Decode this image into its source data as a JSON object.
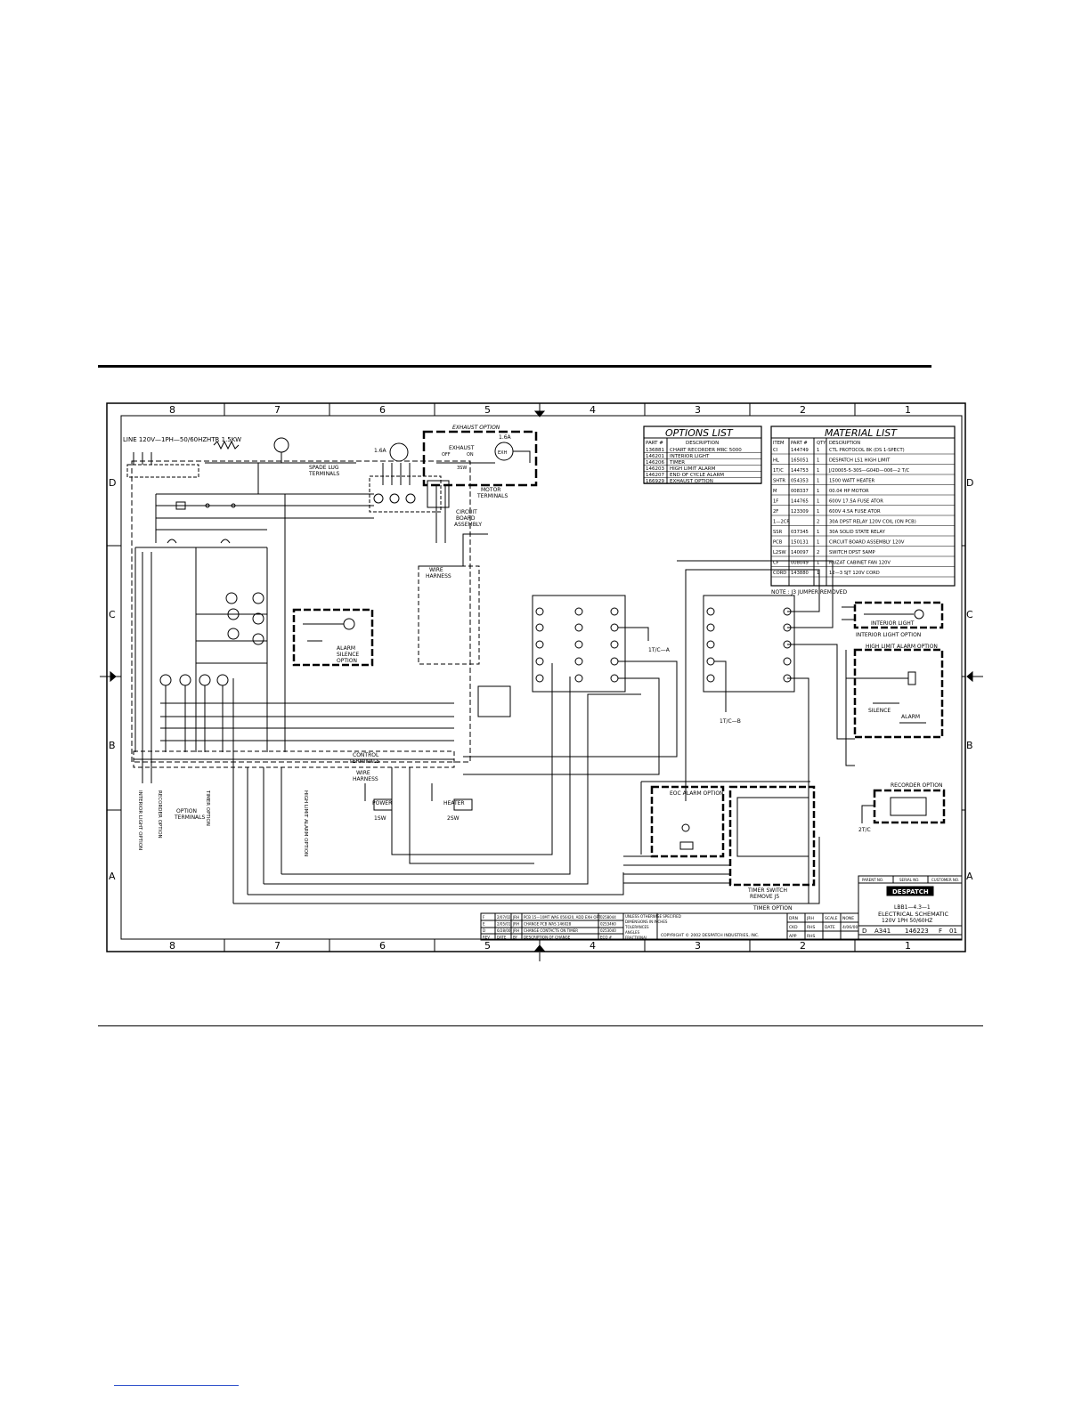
{
  "border": {
    "top_columns": [
      "8",
      "7",
      "6",
      "5",
      "4",
      "3",
      "2",
      "1"
    ],
    "bottom_columns": [
      "8",
      "7",
      "6",
      "5",
      "4",
      "3",
      "2",
      "1"
    ],
    "left_rows": [
      "D",
      "C",
      "B",
      "A"
    ],
    "right_rows": [
      "D",
      "C",
      "B",
      "A"
    ]
  },
  "supply_label": "LINE 120V—1PH—50/60HZ",
  "heater_label": "HTR 1.5KW",
  "spade_label": [
    "SPADE LUG",
    "TERMINALS"
  ],
  "exhaust_option": {
    "title": "EXHAUST OPTION",
    "switch": "EXHAUST",
    "off": "OFF",
    "on": "ON",
    "ssr": "3SW",
    "motor": "EXH",
    "fuse_a": "1.6A",
    "fuse_b": "1.6A"
  },
  "motor_terminals": [
    "MOTOR",
    "TERMINALS"
  ],
  "circuit_board": [
    "CIRCUIT",
    "BOARD",
    "ASSEMBLY"
  ],
  "wire_harness": [
    "WIRE",
    "HARNESS"
  ],
  "options_list": {
    "title": "OPTIONS LIST",
    "headers": [
      "PART #",
      "DESCRIPTION"
    ],
    "rows": [
      [
        "136881",
        "CHART RECORDER MRC 5000"
      ],
      [
        "146201",
        "INTERIOR LIGHT"
      ],
      [
        "146206",
        "TIMER"
      ],
      [
        "146203",
        "HIGH LIMIT ALARM"
      ],
      [
        "146207",
        "END OF CYCLE ALARM"
      ],
      [
        "166929",
        "EXHAUST OPTION"
      ]
    ]
  },
  "material_list": {
    "title": "MATERIAL LIST",
    "headers": [
      "ITEM",
      "PART #",
      "QTY",
      "DESCRIPTION"
    ],
    "rows": [
      [
        "CI",
        "144749",
        "1",
        "CTL PROTOCOL 8K (DS 1-SPECT)"
      ],
      [
        "HL",
        "165051",
        "1",
        "DESPATCH LS1 HIGH LIMIT"
      ],
      [
        "1T/C",
        "144753",
        "1",
        "J/20005-5-30S—G04D—006—2 T/C"
      ],
      [
        "SHTR",
        "054353",
        "1",
        "1500 WATT HEATER"
      ],
      [
        "M",
        "008337",
        "1",
        "00.04 HP MOTOR"
      ],
      [
        "1F",
        "144765",
        "1",
        "600V 17.5A FUSE ATOR"
      ],
      [
        "2F",
        "123309",
        "1",
        "600V 4.5A FUSE ATOR"
      ],
      [
        "1—2CR",
        "",
        "2",
        "30A DPST RELAY 120V COIL (ON PCB)"
      ],
      [
        "SSR",
        "037345",
        "1",
        "30A SOLID STATE RELAY"
      ],
      [
        "PCB",
        "150131",
        "1",
        "CIRCUIT BOARD ASSEMBLY 120V"
      ],
      [
        "L2SW",
        "140097",
        "2",
        "SWITCH DPST 5AMP"
      ],
      [
        "CF",
        "008049",
        "1",
        "MUZAT CABINET FAN 120V"
      ],
      [
        "CORD",
        "143880",
        "1",
        "12—3 SJT 120V CORD"
      ]
    ],
    "note": "NOTE : J3 JUMPER REMOVED"
  },
  "interior_light_option": "INTERIOR LIGHT OPTION",
  "interior_light": "INTERIOR LIGHT",
  "high_limit_alarm_option": "HIGH LIMIT ALARM OPTION",
  "silence": "SILENCE",
  "alarm": "ALARM",
  "alarm_silence_option": [
    "ALARM",
    "SILENCE",
    "OPTION"
  ],
  "control_terminals": [
    "CONTROL",
    "TERMINALS"
  ],
  "power_switch": "POWER",
  "power_sw": "1SW",
  "heater_switch": "HEATER",
  "heater_sw": "2SW",
  "off": "OFF",
  "on": "ON",
  "option_terminals": [
    "OPTION",
    "TERMINALS"
  ],
  "bottom_labels": [
    "INTERIOR LIGHT OPTION",
    "RECORDER OPTION",
    "TIMER OPTION",
    "HIGH LIMIT ALARM OPTION"
  ],
  "eoc_alarm_option": "EOC ALARM OPTION",
  "timer_option": "TIMER OPTION",
  "timer_switch": [
    "TIMER SWITCH",
    "REMOVE J5"
  ],
  "recorder_option": "RECORDER OPTION",
  "thermocouple_a": "1T/C—A",
  "thermocouple_b": "1T/C—B",
  "thermocouple_c": "2T/C",
  "title_block": {
    "company": "DESPATCH",
    "drawing_title": [
      "LBB1—4.3—1",
      "ELECTRICAL SCHEMATIC",
      "120V 1PH 50/60HZ"
    ],
    "size": "D",
    "dwg": "A341",
    "part": "146223",
    "rev": "F",
    "sheet": "01",
    "copyright": "COPYRIGHT © 2002 DESPATCH INDUSTRIES, INC.",
    "headers": [
      "PARENT NO.",
      "SERIAL NO.",
      "CUSTOMER NO."
    ],
    "signoff": [
      [
        "DRN",
        "JRH",
        "SCALE",
        "NONE"
      ],
      [
        "CKD",
        "RHS",
        "DATE",
        "4/06/00"
      ],
      [
        "APP",
        "RHS",
        "",
        ""
      ]
    ]
  },
  "revisions": [
    [
      "F",
      "2/07/02",
      "JRH",
      "PCB 15—10MT WAS 056420, ADD EXH OPT",
      "0258044"
    ],
    [
      "E",
      "2/05/01",
      "JRH",
      "CHANGE PCB WAS 146028",
      "0253460"
    ],
    [
      "D",
      "6/28/00",
      "JRH",
      "CHANGE CONTACTS ON TIMER",
      "0253040"
    ],
    [
      "REV",
      "DATE",
      "BY",
      "DESCRIPTION OF CHANGE",
      "ECO #"
    ]
  ],
  "tolerance_block": [
    "UNLESS OTHERWISE SPECIFIED",
    "DIMENSIONS IN INCHES",
    "TOLERANCES",
    "ANGLES",
    "FRACTIONAL"
  ]
}
